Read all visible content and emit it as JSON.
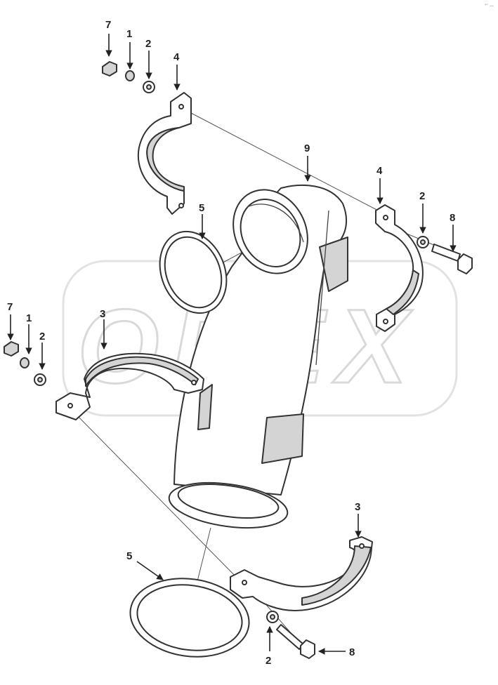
{
  "watermark": "OPEX",
  "corner_mark": "°’ —",
  "callouts": [
    {
      "id": "c7a",
      "text": "7"
    },
    {
      "id": "c1a",
      "text": "1"
    },
    {
      "id": "c2a",
      "text": "2"
    },
    {
      "id": "c4a",
      "text": "4"
    },
    {
      "id": "c9",
      "text": "9"
    },
    {
      "id": "c4b",
      "text": "4"
    },
    {
      "id": "c2b",
      "text": "2"
    },
    {
      "id": "c8a",
      "text": "8"
    },
    {
      "id": "c5a",
      "text": "5"
    },
    {
      "id": "c7b",
      "text": "7"
    },
    {
      "id": "c1b",
      "text": "1"
    },
    {
      "id": "c2c",
      "text": "2"
    },
    {
      "id": "c3a",
      "text": "3"
    },
    {
      "id": "c3b",
      "text": "3"
    },
    {
      "id": "c5b",
      "text": "5"
    },
    {
      "id": "c2d",
      "text": "2"
    },
    {
      "id": "c8b",
      "text": "8"
    }
  ]
}
